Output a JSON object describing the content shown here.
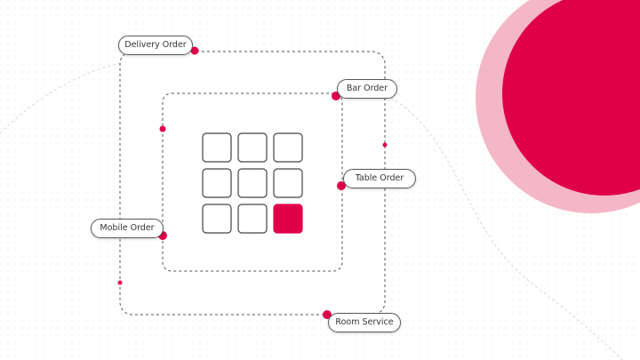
{
  "labels": {
    "delivery": "Delivery Order",
    "bar": "Bar Order",
    "table": "Table Order",
    "mobile": "Mobile Order",
    "room": "Room Service"
  },
  "grid": {
    "rows": 3,
    "cols": 3,
    "highlighted": [
      2,
      2
    ]
  },
  "colors": {
    "accent": "#e0004a",
    "accent_light": "#f4b7c8",
    "line": "#555555",
    "dots": "#d8d8d8"
  }
}
